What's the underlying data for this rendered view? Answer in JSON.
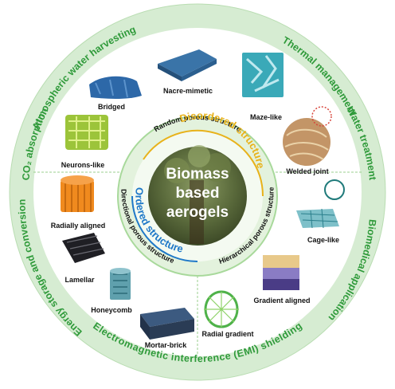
{
  "colors": {
    "outer_ring": "#d6ecd2",
    "inner_disk": "#ffffff",
    "outer_text": "#2f9a3a",
    "divider": "#9bcf8f",
    "middle_band": "#a8d99b",
    "disordered": "#e8b21a",
    "ordered": "#1e78c8",
    "center_bg": "#5b6b3c"
  },
  "outer_ring": {
    "top_left": "Atmospheric water harvesting",
    "top_right": "Thermal management",
    "left_upper": "CO₂ absorption",
    "left_lower": "Energy storage and conversion",
    "bottom": "Electromagnetic interference (EMI) shielding",
    "right_upper": "Water treatment",
    "right_lower": "Biomedical application"
  },
  "center": {
    "line1": "Biomass",
    "line2": "based",
    "line3": "aerogels"
  },
  "ring_titles": {
    "disordered": "Disordered structure",
    "ordered": "Ordered structure"
  },
  "middle_band": {
    "top": "Random porous structure",
    "left": "Directional porous structure",
    "right": "Hierarchical porous structure"
  },
  "items": {
    "nacre": "Nacre-mimetic",
    "bridged": "Bridged",
    "maze": "Maze-like",
    "neurons": "Neurons-like",
    "welded": "Welded joint",
    "radially": "Radially aligned",
    "lamellar": "Lamellar",
    "honeycomb": "Honeycomb",
    "mortar": "Mortar-brick",
    "cage": "Cage-like",
    "gradient_aligned": "Gradient aligned",
    "radial_gradient": "Radial gradient"
  },
  "icons": [
    "nacre-mimetic-image",
    "bridged-image",
    "maze-like-image",
    "neurons-like-image",
    "welded-joint-image",
    "radially-aligned-image",
    "lamellar-image",
    "honeycomb-image",
    "mortar-brick-image",
    "cage-like-image",
    "gradient-aligned-image",
    "radial-gradient-image",
    "tree-photo"
  ]
}
